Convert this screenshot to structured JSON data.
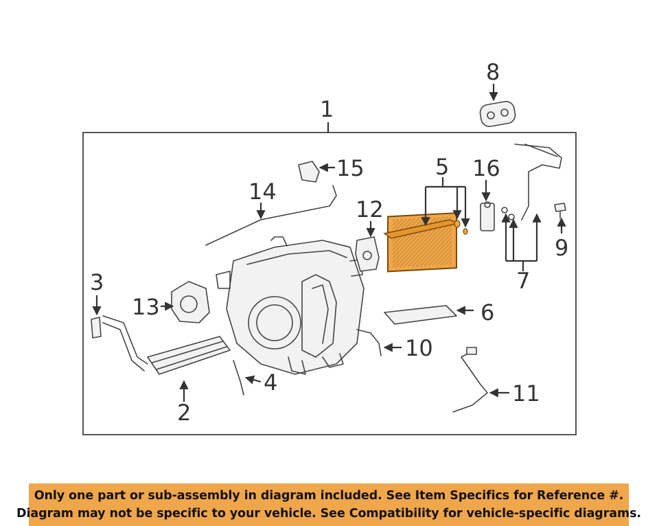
{
  "diagram": {
    "callouts": {
      "c1": "1",
      "c2": "2",
      "c3": "3",
      "c4": "4",
      "c5": "5",
      "c6": "6",
      "c7": "7",
      "c8": "8",
      "c9": "9",
      "c10": "10",
      "c11": "11",
      "c12": "12",
      "c13": "13",
      "c14": "14",
      "c15": "15",
      "c16": "16"
    },
    "highlight_color": "#f0a64a"
  },
  "banner": {
    "line1": "Only one part or sub-assembly in diagram included. See Item Specifics for Reference #.",
    "line2": "Diagram may not be specific to your vehicle. See Compatibility for vehicle-specific diagrams."
  }
}
